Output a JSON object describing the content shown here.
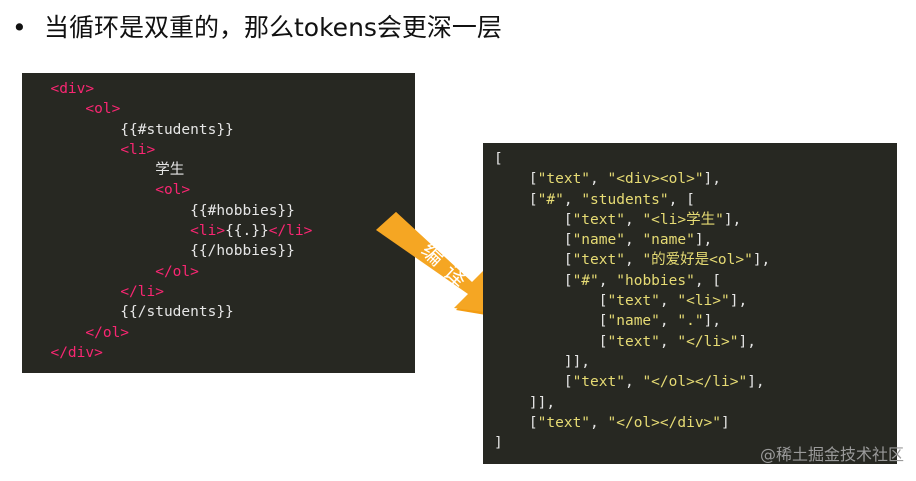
{
  "title": "当循环是双重的，那么tokens会更深一层",
  "bullet": "•",
  "arrow_label": [
    "编",
    "译"
  ],
  "watermark": "@稀土掘金技术社区",
  "template_lines": [
    [
      [
        "pun",
        "  "
      ],
      [
        "tag",
        "<div>"
      ]
    ],
    [
      [
        "pun",
        "      "
      ],
      [
        "tag",
        "<ol>"
      ]
    ],
    [
      [
        "pun",
        "          {{#students}}"
      ]
    ],
    [
      [
        "pun",
        "          "
      ],
      [
        "tag",
        "<li>"
      ]
    ],
    [
      [
        "pun",
        "              学生"
      ]
    ],
    [
      [
        "pun",
        "              "
      ],
      [
        "tag",
        "<ol>"
      ]
    ],
    [
      [
        "pun",
        "                  {{#hobbies}}"
      ]
    ],
    [
      [
        "pun",
        "                  "
      ],
      [
        "tag",
        "<li>"
      ],
      [
        "pun",
        "{{.}}"
      ],
      [
        "tag",
        "</li>"
      ]
    ],
    [
      [
        "pun",
        "                  {{/hobbies}}"
      ]
    ],
    [
      [
        "pun",
        "              "
      ],
      [
        "tag",
        "</ol>"
      ]
    ],
    [
      [
        "pun",
        "          "
      ],
      [
        "tag",
        "</li>"
      ]
    ],
    [
      [
        "pun",
        "          {{/students}}"
      ]
    ],
    [
      [
        "pun",
        "      "
      ],
      [
        "tag",
        "</ol>"
      ]
    ],
    [
      [
        "pun",
        "  "
      ],
      [
        "tag",
        "</div>"
      ]
    ]
  ],
  "token_lines": [
    [
      [
        "pun",
        "["
      ]
    ],
    [
      [
        "pun",
        "    ["
      ],
      [
        "str",
        "\"text\""
      ],
      [
        "pun",
        ", "
      ],
      [
        "str",
        "\"<div><ol>\""
      ],
      [
        "pun",
        "],"
      ]
    ],
    [
      [
        "pun",
        "    ["
      ],
      [
        "str",
        "\"#\""
      ],
      [
        "pun",
        ", "
      ],
      [
        "str",
        "\"students\""
      ],
      [
        "pun",
        ", ["
      ]
    ],
    [
      [
        "pun",
        "        ["
      ],
      [
        "str",
        "\"text\""
      ],
      [
        "pun",
        ", "
      ],
      [
        "str",
        "\"<li>学生\""
      ],
      [
        "pun",
        "],"
      ]
    ],
    [
      [
        "pun",
        "        ["
      ],
      [
        "str",
        "\"name\""
      ],
      [
        "pun",
        ", "
      ],
      [
        "str",
        "\"name\""
      ],
      [
        "pun",
        "],"
      ]
    ],
    [
      [
        "pun",
        "        ["
      ],
      [
        "str",
        "\"text\""
      ],
      [
        "pun",
        ", "
      ],
      [
        "str",
        "\"的爱好是<ol>\""
      ],
      [
        "pun",
        "],"
      ]
    ],
    [
      [
        "pun",
        "        ["
      ],
      [
        "str",
        "\"#\""
      ],
      [
        "pun",
        ", "
      ],
      [
        "str",
        "\"hobbies\""
      ],
      [
        "pun",
        ", ["
      ]
    ],
    [
      [
        "pun",
        "            ["
      ],
      [
        "str",
        "\"text\""
      ],
      [
        "pun",
        ", "
      ],
      [
        "str",
        "\"<li>\""
      ],
      [
        "pun",
        "],"
      ]
    ],
    [
      [
        "pun",
        "            ["
      ],
      [
        "str",
        "\"name\""
      ],
      [
        "pun",
        ", "
      ],
      [
        "str",
        "\".\""
      ],
      [
        "pun",
        "],"
      ]
    ],
    [
      [
        "pun",
        "            ["
      ],
      [
        "str",
        "\"text\""
      ],
      [
        "pun",
        ", "
      ],
      [
        "str",
        "\"</li>\""
      ],
      [
        "pun",
        "],"
      ]
    ],
    [
      [
        "pun",
        "        ]],"
      ]
    ],
    [
      [
        "pun",
        "        ["
      ],
      [
        "str",
        "\"text\""
      ],
      [
        "pun",
        ", "
      ],
      [
        "str",
        "\"</ol></li>\""
      ],
      [
        "pun",
        "],"
      ]
    ],
    [
      [
        "pun",
        "    ]],"
      ]
    ],
    [
      [
        "pun",
        "    ["
      ],
      [
        "str",
        "\"text\""
      ],
      [
        "pun",
        ", "
      ],
      [
        "str",
        "\"</ol></div>\""
      ],
      [
        "pun",
        "]"
      ]
    ],
    [
      [
        "pun",
        "]"
      ]
    ]
  ]
}
